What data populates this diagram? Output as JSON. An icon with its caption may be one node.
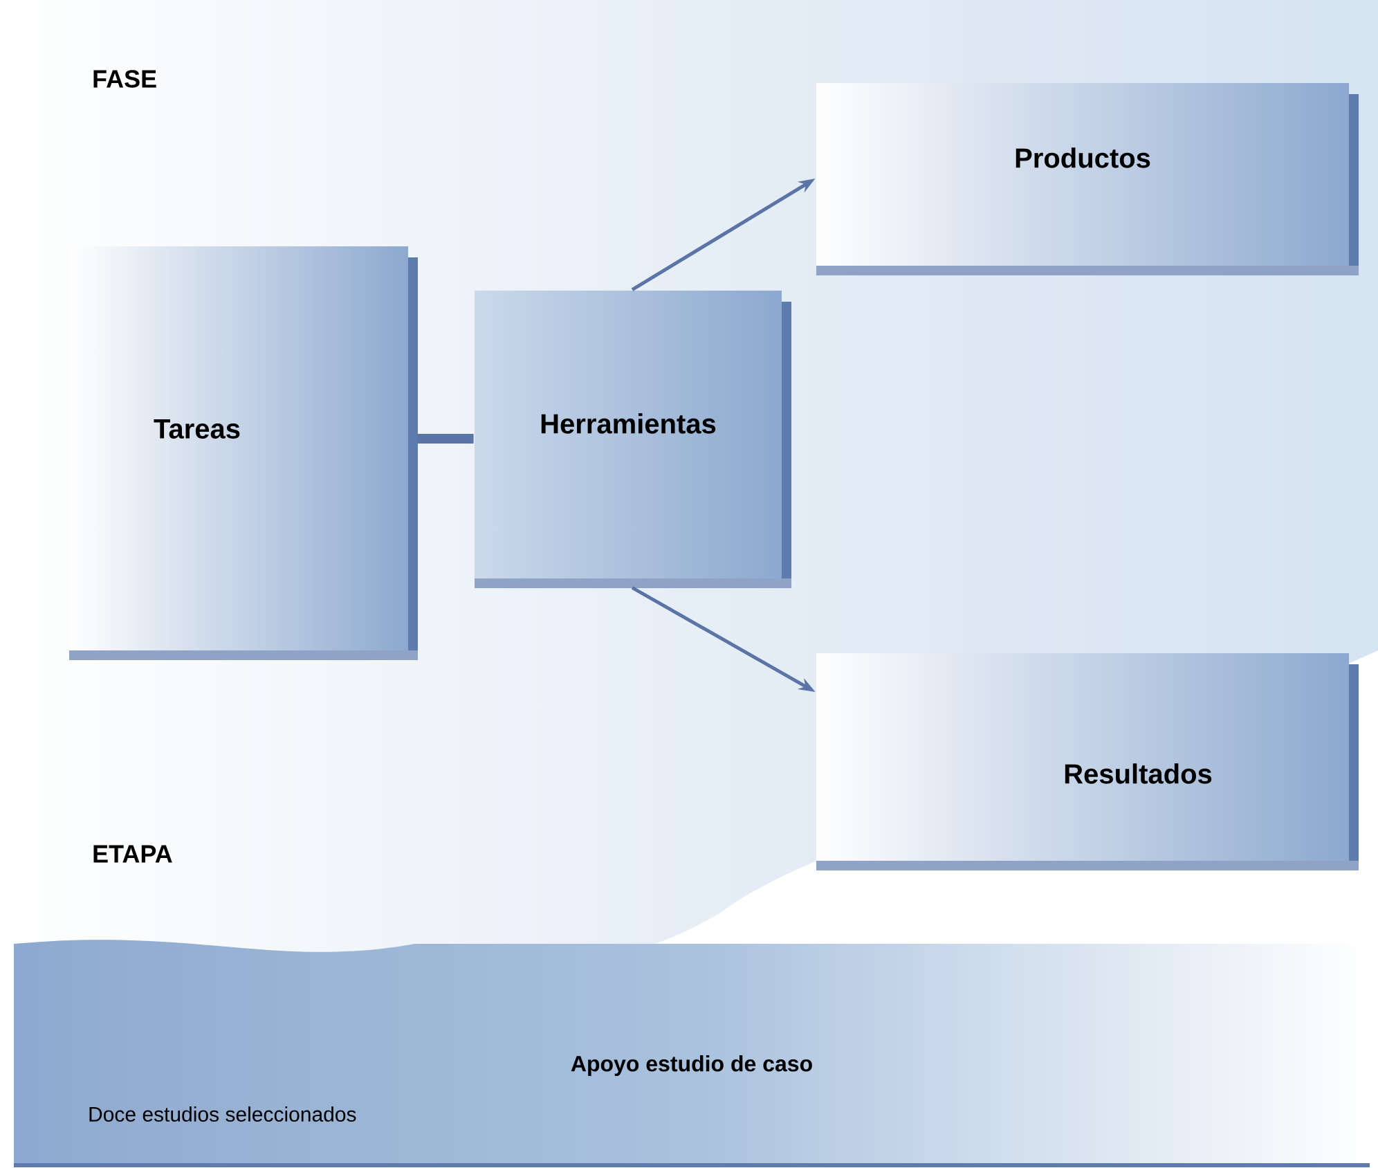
{
  "diagram": {
    "nodes": [
      {
        "text": [
          "Tareas"
        ]
      },
      {
        "text": [
          "Herramientas"
        ]
      },
      {
        "text": [
          "Productos"
        ]
      },
      {
        "text": [
          "Resultados"
        ]
      },
      {
        "text": [
          "Apoyo estudio de caso",
          "Doce estudios seleccionados"
        ]
      }
    ],
    "edges": [
      {
        "from": 0,
        "to": 1,
        "arrow": "none",
        "style": "thick"
      },
      {
        "from": 1,
        "to": 2,
        "arrow": "to"
      },
      {
        "from": 1,
        "to": 3,
        "arrow": "to"
      }
    ],
    "labels": [
      "FASE",
      "ETAPA"
    ]
  }
}
